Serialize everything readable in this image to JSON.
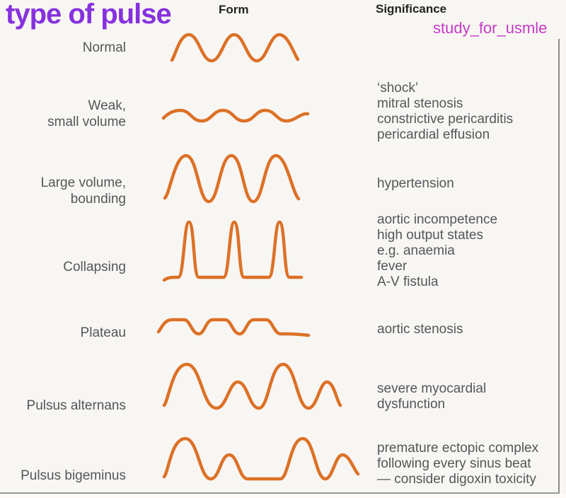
{
  "colors": {
    "title": "#8631DF",
    "watermark": "#C43BC6",
    "waveform": "#DC7127",
    "header": "#222222",
    "text": "#55565A",
    "bg": "#F8F6F3"
  },
  "page": {
    "title": "type of pulse",
    "watermark": "study_for_usmle"
  },
  "table": {
    "form_header": "Form",
    "significance_header": "Significance",
    "rows": [
      {
        "label": "Normal",
        "form": "normal-wave",
        "significance": ""
      },
      {
        "label": "Weak,\nsmall volume",
        "form": "weak-small-volume-wave",
        "significance": "‘shock’\nmitral stenosis\nconstrictive pericarditis\npericardial effusion"
      },
      {
        "label": "Large volume,\nbounding",
        "form": "large-volume-bounding-wave",
        "significance": "hypertension"
      },
      {
        "label": "Collapsing",
        "form": "collapsing-wave",
        "significance": "aortic incompetence\nhigh output states\ne.g. anaemia\nfever\nA-V fistula"
      },
      {
        "label": "Plateau",
        "form": "plateau-wave",
        "significance": "aortic stenosis"
      },
      {
        "label": "Pulsus alternans",
        "form": "pulsus-alternans-wave",
        "significance": "severe myocardial\ndysfunction"
      },
      {
        "label": "Pulsus bigeminus",
        "form": "pulsus-bigeminus-wave",
        "significance": "premature ectopic complex\nfollowing every sinus beat\n— consider digoxin toxicity"
      }
    ]
  }
}
